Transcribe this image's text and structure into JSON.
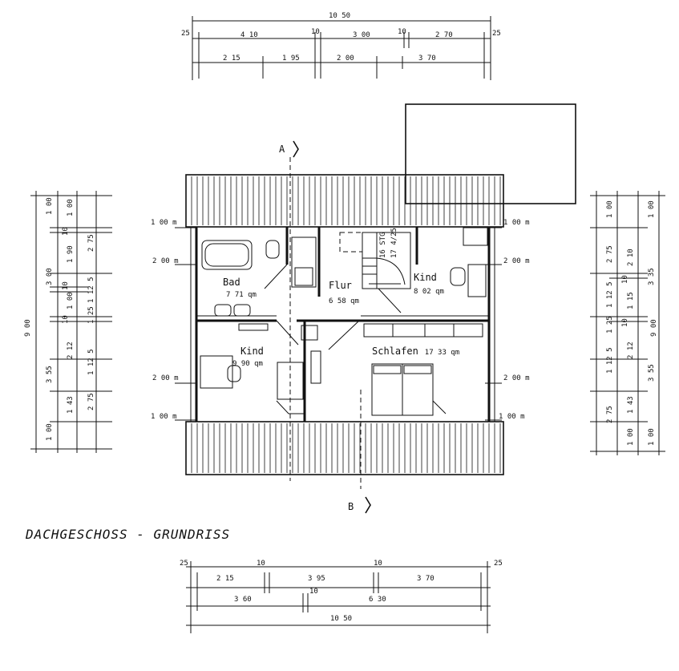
{
  "title": "DACHGESCHOSS - GRUNDRISS",
  "section_marks": {
    "a": "A",
    "b": "B"
  },
  "top_dims": {
    "overall": "10 50",
    "row2": [
      "25",
      "4 10",
      "10",
      "3 00",
      "10",
      "2 70",
      "25"
    ],
    "row3": [
      "2 15",
      "1 95",
      "2 00",
      "3 70"
    ]
  },
  "bottom_dims": {
    "row1": [
      "25",
      "2 15",
      "10",
      "3 95",
      "10",
      "3 70",
      "25"
    ],
    "row2": [
      "3 60",
      "10",
      "6 30"
    ],
    "overall": "10 50"
  },
  "left_dims": {
    "overall": "9 00",
    "col_a": [
      "1 00",
      "3 00",
      "3 55",
      "1 00"
    ],
    "col_b": [
      "1 00",
      "10",
      "1 90",
      "10",
      "1 00",
      "10",
      "2 12",
      "1 43"
    ],
    "col_c": [
      "2 75",
      "1 12 5",
      "1 25",
      "1 12 5",
      "2 75"
    ]
  },
  "right_dims": {
    "overall": "9 00",
    "col_a": [
      "1 00",
      "2 75",
      "1 12 5",
      "1 25",
      "1 12 5",
      "2 75"
    ],
    "col_b": [
      "2 10",
      "10",
      "1 15",
      "10",
      "2 12",
      "1 43",
      "1 00"
    ],
    "col_c": [
      "1 00",
      "3 35",
      "3 55",
      "1 00"
    ]
  },
  "side_labels": {
    "left": [
      "1 00 m",
      "2 00 m",
      "2 00 m",
      "1 00 m"
    ],
    "right": [
      "1 00 m",
      "2 00 m",
      "2 00 m",
      "1 00 m"
    ]
  },
  "rooms": {
    "bad": {
      "name": "Bad",
      "area": "7 71 qm"
    },
    "flur": {
      "name": "Flur",
      "area": "6 58 qm"
    },
    "kind_ne": {
      "name": "Kind",
      "area": "8 02 qm"
    },
    "kind_sw": {
      "name": "Kind",
      "area": "9 90 qm"
    },
    "schlafen": {
      "name": "Schlafen",
      "area": "17 33 qm"
    }
  },
  "stair": {
    "steps": "16 STG",
    "ratio": "17 4/25"
  }
}
